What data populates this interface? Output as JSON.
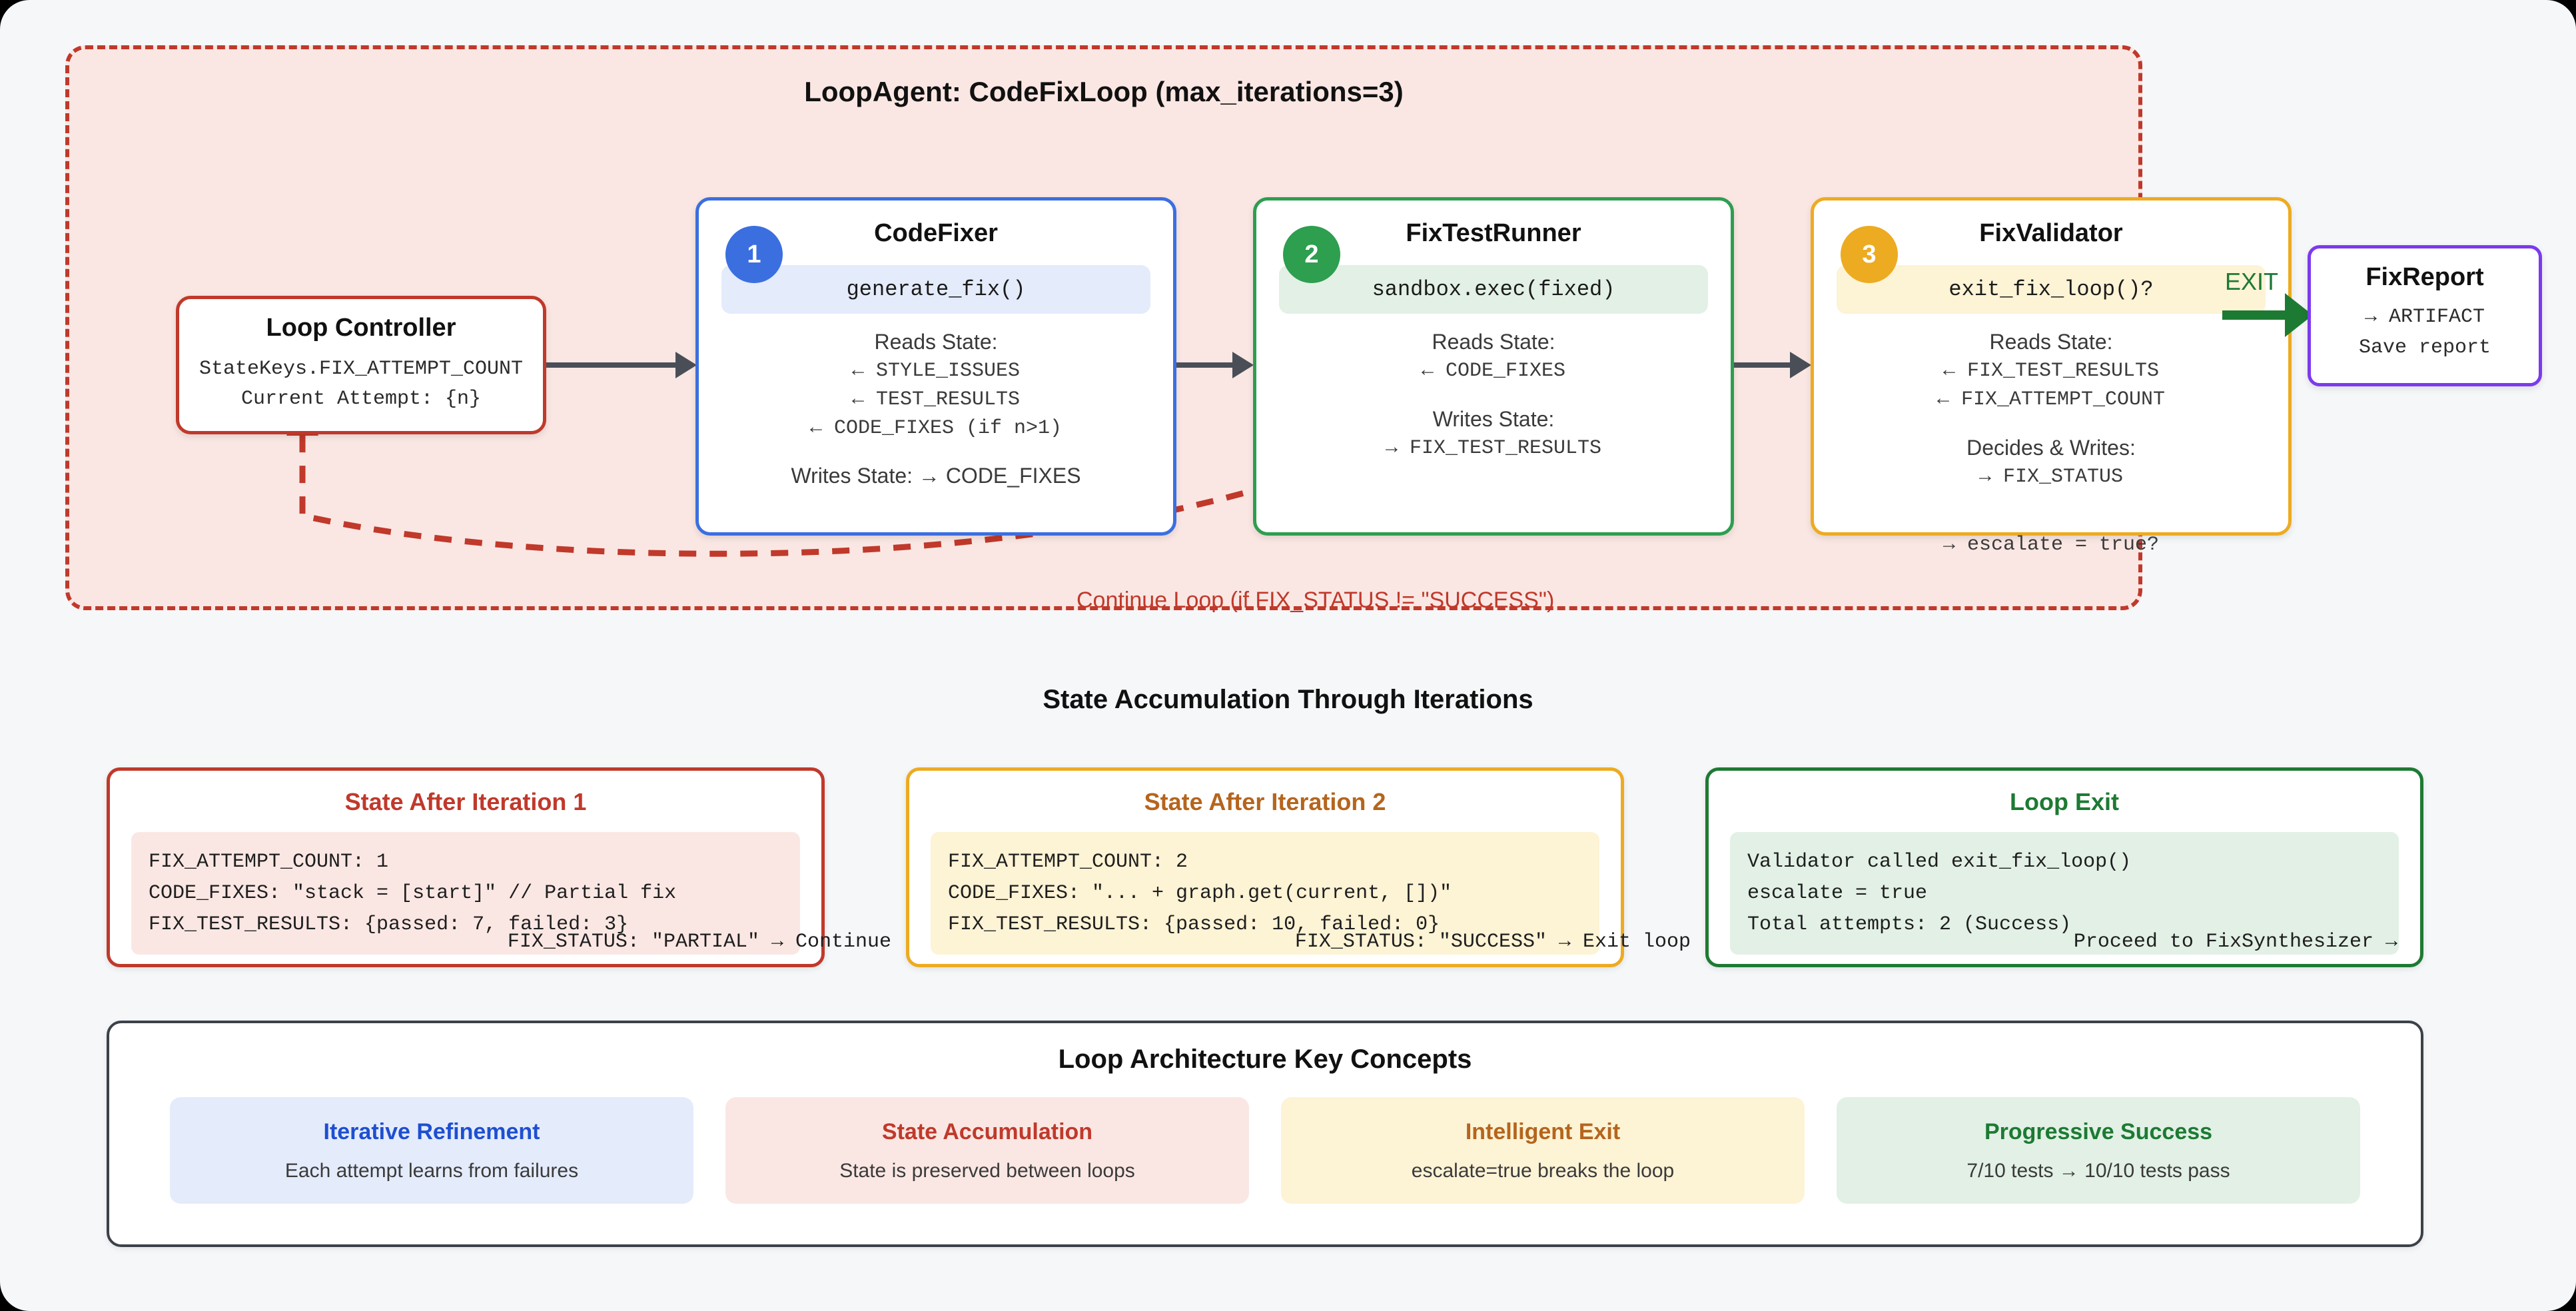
{
  "loop": {
    "title": "LoopAgent: CodeFixLoop (max_iterations=3)",
    "continue_label": "Continue Loop (if FIX_STATUS != \"SUCCESS\")",
    "exit_label": "EXIT"
  },
  "loop_controller": {
    "title": "Loop Controller",
    "line1": "StateKeys.FIX_ATTEMPT_COUNT",
    "line2": "Current Attempt: {n}"
  },
  "nodes": [
    {
      "badge": "1",
      "title": "CodeFixer",
      "chip": "generate_fix()",
      "reads_label": "Reads State:",
      "reads": [
        "← STYLE_ISSUES",
        "← TEST_RESULTS",
        "← CODE_FIXES (if n>1)"
      ],
      "writes_label": "Writes State: → CODE_FIXES",
      "color": "#3b6fe0"
    },
    {
      "badge": "2",
      "title": "FixTestRunner",
      "chip": "sandbox.exec(fixed)",
      "reads_label": "Reads State:",
      "reads": [
        "← CODE_FIXES"
      ],
      "writes_label": "Writes State:",
      "writes": [
        "→ FIX_TEST_RESULTS"
      ],
      "color": "#2e9e4f"
    },
    {
      "badge": "3",
      "title": "FixValidator",
      "chip": "exit_fix_loop()?",
      "reads_label": "Reads State:",
      "reads": [
        "← FIX_TEST_RESULTS",
        "← FIX_ATTEMPT_COUNT"
      ],
      "writes_label": "Decides & Writes:",
      "writes": [
        "→ FIX_STATUS"
      ],
      "overflow": "→ escalate = true?",
      "color": "#edab21"
    }
  ],
  "fixreport": {
    "title": "FixReport",
    "line1": "→ ARTIFACT",
    "line2": "Save report"
  },
  "state_section": {
    "heading": "State Accumulation Through Iterations",
    "cards": [
      {
        "title": "State After Iteration 1",
        "lines": [
          "FIX_ATTEMPT_COUNT: 1",
          "CODE_FIXES: \"stack = [start]\" // Partial fix",
          "FIX_TEST_RESULTS: {passed: 7, failed: 3}"
        ],
        "footer": "FIX_STATUS: \"PARTIAL\" → Continue"
      },
      {
        "title": "State After Iteration 2",
        "lines": [
          "FIX_ATTEMPT_COUNT: 2",
          "CODE_FIXES: \"... + graph.get(current, [])\"",
          "FIX_TEST_RESULTS: {passed: 10, failed: 0}"
        ],
        "footer": "FIX_STATUS: \"SUCCESS\" → Exit loop"
      },
      {
        "title": "Loop Exit",
        "lines": [
          "Validator called exit_fix_loop()",
          "escalate = true",
          "Total attempts: 2 (Success)"
        ],
        "footer": "Proceed to FixSynthesizer →"
      }
    ]
  },
  "concepts": {
    "heading": "Loop Architecture Key Concepts",
    "items": [
      {
        "title": "Iterative Refinement",
        "desc": "Each attempt learns from failures",
        "bg": "#e4ebfb",
        "color": "#1e4fd1"
      },
      {
        "title": "State Accumulation",
        "desc": "State is preserved between loops",
        "bg": "#fae7e3",
        "color": "#c0392b"
      },
      {
        "title": "Intelligent Exit",
        "desc": "escalate=true breaks the loop",
        "bg": "#fdf3d5",
        "color": "#b5651d"
      },
      {
        "title": "Progressive Success",
        "desc": "7/10 tests → 10/10 tests pass",
        "bg": "#e2f0e6",
        "color": "#1d7a33"
      }
    ]
  }
}
